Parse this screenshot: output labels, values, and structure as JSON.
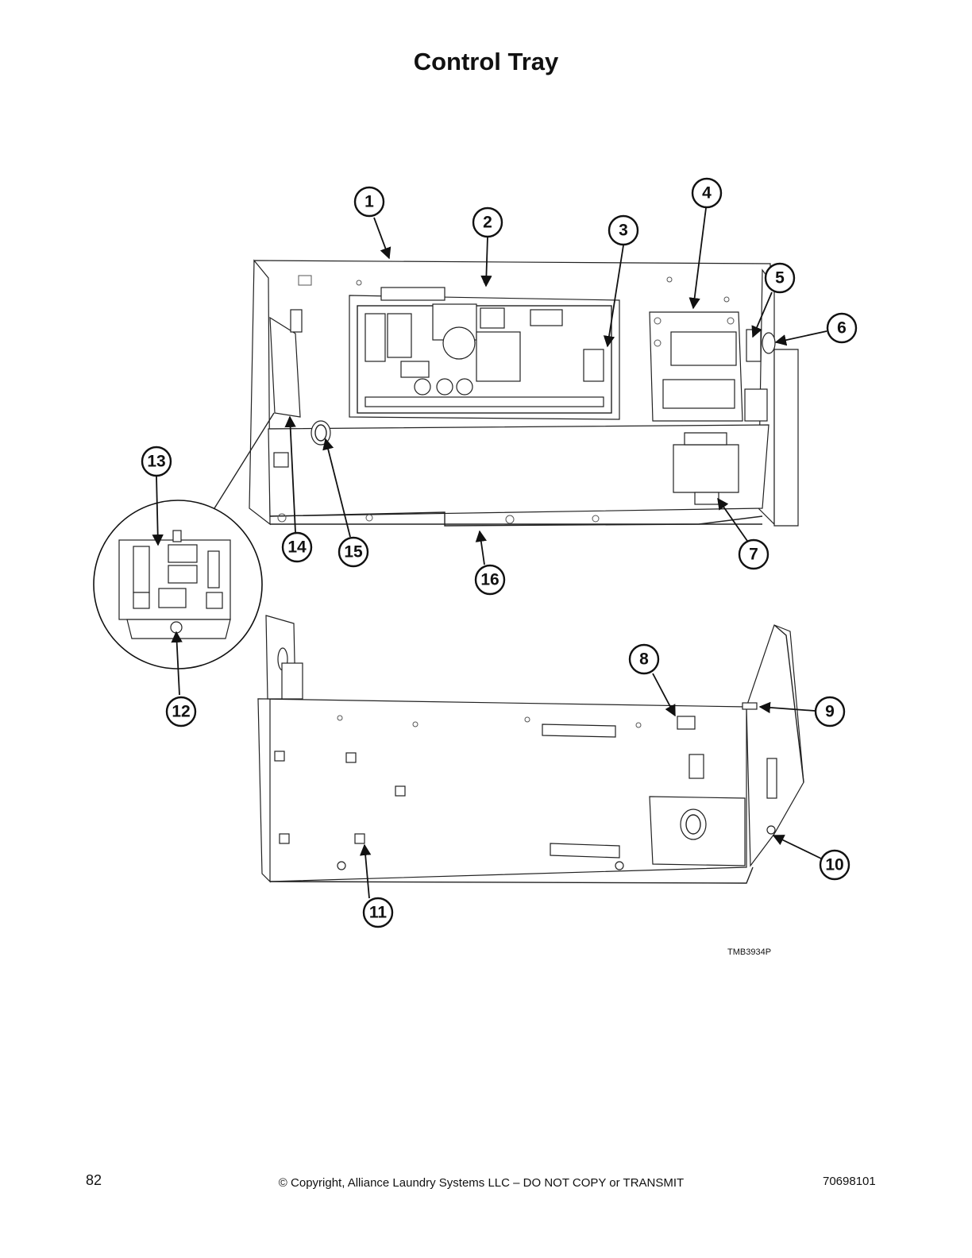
{
  "page": {
    "title": "Control Tray",
    "figure_code": "TMB3934P",
    "page_number": "82",
    "copyright": "© Copyright, Alliance Laundry Systems LLC – DO NOT COPY or TRANSMIT",
    "document_number": "70698101"
  },
  "callouts": [
    "1",
    "2",
    "3",
    "4",
    "5",
    "6",
    "7",
    "8",
    "9",
    "10",
    "11",
    "12",
    "13",
    "14",
    "15",
    "16"
  ]
}
